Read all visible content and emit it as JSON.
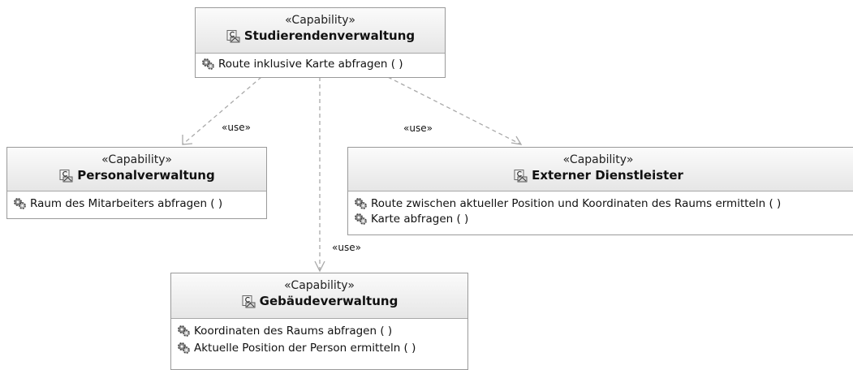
{
  "nodes": {
    "studierende": {
      "stereotype": "«Capability»",
      "name": "Studierendenverwaltung",
      "operations": [
        "Route inklusive Karte abfragen ( )"
      ]
    },
    "personal": {
      "stereotype": "«Capability»",
      "name": "Personalverwaltung",
      "operations": [
        "Raum des Mitarbeiters abfragen ( )"
      ]
    },
    "extern": {
      "stereotype": "«Capability»",
      "name": "Externer Dienstleister",
      "operations": [
        "Route zwischen aktueller Position und Koordinaten des Raums ermitteln ( )",
        "Karte abfragen ( )"
      ]
    },
    "gebaeude": {
      "stereotype": "«Capability»",
      "name": "Gebäudeverwaltung",
      "operations": [
        "Koordinaten des Raums abfragen ( )",
        "Aktuelle Position der Person ermitteln ( )"
      ]
    }
  },
  "edges": {
    "to_personal": "«use»",
    "to_extern": "«use»",
    "to_gebaeude": "«use»"
  },
  "colors": {
    "edge": "#a9a9a9",
    "border": "#9a9a9a"
  },
  "icons": {
    "capability": "capability-icon",
    "operation": "gear-icon"
  }
}
